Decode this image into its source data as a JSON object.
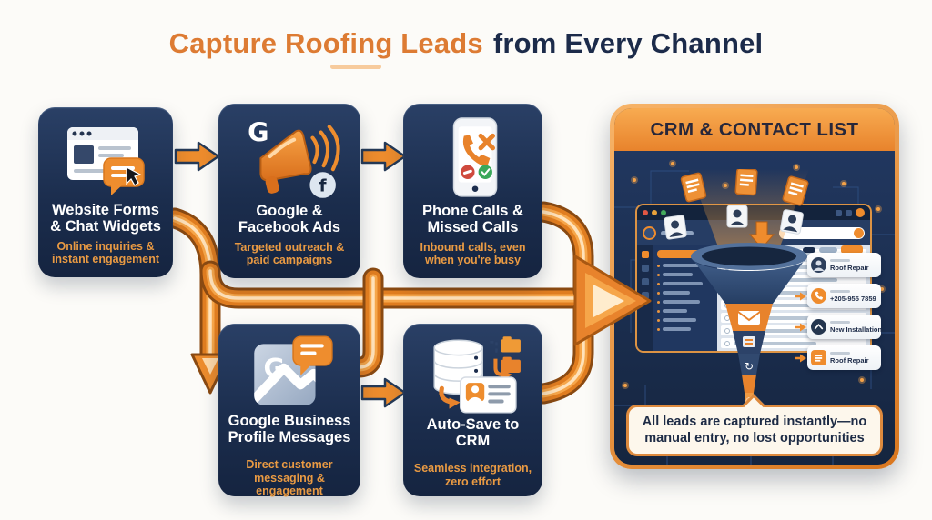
{
  "title": {
    "highlight": "Capture Roofing Leads",
    "rest": "from Every Channel"
  },
  "channels": [
    {
      "title": "Website Forms & Chat Widgets",
      "subtitle": "Online inquiries & instant engagement",
      "icon": "browser-chat-widget-icon"
    },
    {
      "title": "Google & Facebook Ads",
      "subtitle": "Targeted outreach & paid campaigns",
      "icon": "megaphone-ads-icon"
    },
    {
      "title": "Phone Calls & Missed Calls",
      "subtitle": "Inbound calls, even when you're busy",
      "icon": "phone-missed-call-icon"
    },
    {
      "title": "Google Business Profile Messages",
      "subtitle": "Direct customer messaging & engagement",
      "icon": "google-business-message-icon"
    },
    {
      "title": "Auto-Save to CRM",
      "subtitle": "Seamless integration, zero effort",
      "icon": "database-autosave-icon"
    }
  ],
  "crm": {
    "header": "CRM & CONTACT LIST",
    "cards": [
      {
        "icon": "person-avatar-icon",
        "label": "Roof Repair"
      },
      {
        "icon": "phone-icon",
        "label": "+205-955 7859"
      },
      {
        "icon": "roof-icon",
        "label": "New Installation"
      },
      {
        "icon": "document-icon",
        "label": "Roof Repair"
      }
    ],
    "callout": "All leads are captured instantly—no manual entry, no lost opportunities"
  },
  "icon_glyphs": {
    "google_letter": "G",
    "facebook_letter": "f",
    "refresh": "↻",
    "phone": "✆"
  },
  "colors": {
    "accent_orange": "#ED8C2D",
    "deep_navy": "#1C2D4D",
    "panel_header_orange": "#E8832C",
    "panel_body_navy": "#1B2E50",
    "callout_bg": "#FDF7EC",
    "title_orange": "#DD7B33",
    "title_navy": "#1C2B4A",
    "subtitle_orange": "#E99A43"
  }
}
